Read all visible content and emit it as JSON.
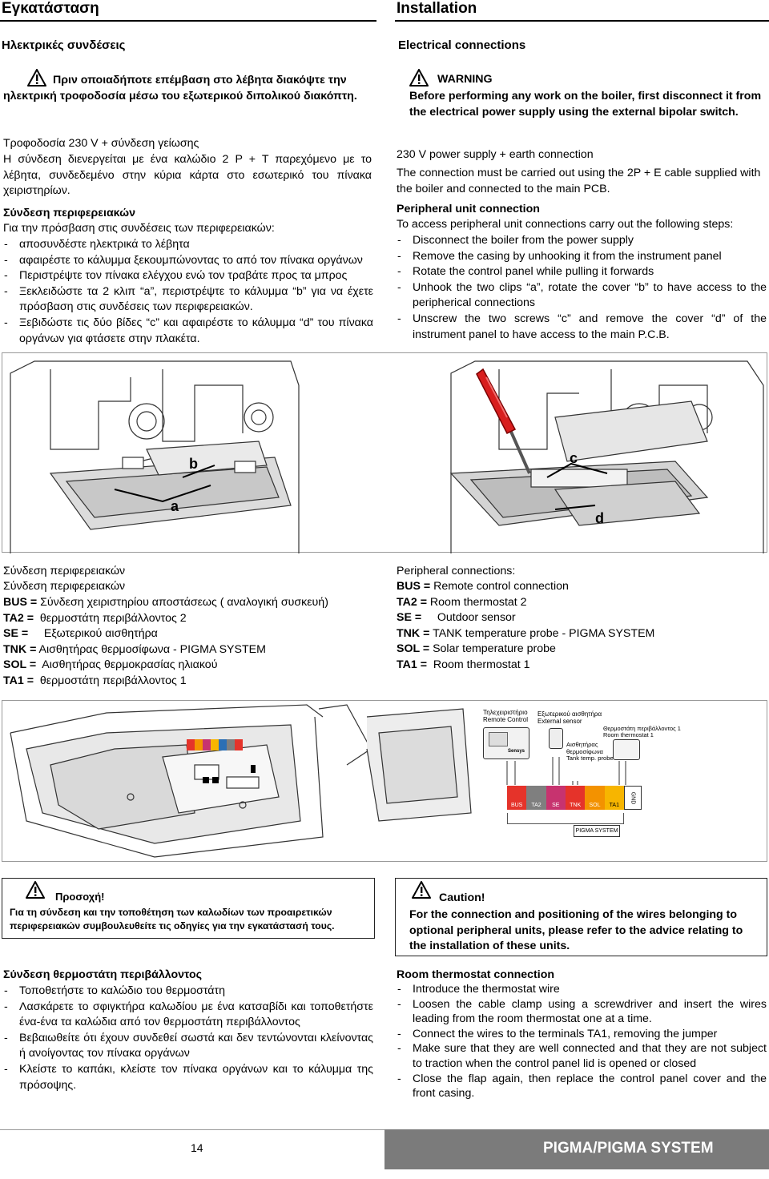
{
  "header": {
    "left_title": "Εγκατάσταση",
    "right_title": "Installation"
  },
  "left": {
    "elec_title": "Ηλεκτρικές συνδέσεις",
    "warning_text": "Πριν οποιαδήποτε επέμβαση στο λέβητα διακόψτε την ηλεκτρική τροφοδοσία μέσω του εξωτερικού διπολικού διακόπτη.",
    "supply_title": "Τροφοδοσία 230 V + σύνδεση γείωσης",
    "supply_text": "Η σύνδεση διενεργείται με ένα καλώδιο 2 P + T παρεχόμενο με το λέβητα, συνδεδεμένο στην κύρια κάρτα στο εσωτερικό του πίνακα χειριστηρίων.",
    "periph_title": "Σύνδεση περιφερειακών",
    "periph_intro": "Για την πρόσβαση στις συνδέσεις των περιφερειακών:",
    "periph_steps": [
      "αποσυνδέστε ηλεκτρικά το λέβητα",
      "αφαιρέστε το κάλυμμα ξεκουμπώνοντας το από τον πίνακα οργάνων",
      "Περιστρέψτε τον πίνακα ελέγχου ενώ τον τραβάτε προς τα μπρος",
      "Ξεκλειδώστε τα 2 κλιπ “a”, περιστρέψτε το κάλυμμα “b” για να έχετε πρόσβαση στις συνδέσεις των περιφερειακών.",
      "Ξεβιδώστε τις δύο βίδες “c” και αφαιρέστε το κάλυμμα “d” του πίνακα οργάνων για φτάσετε στην πλακέτα."
    ],
    "legend_title1": "Σύνδεση περιφερειακών",
    "legend_title2": "Σύνδεση περιφερειακών",
    "legend": [
      {
        "k": "BUS =",
        "v": " Σύνδεση χειριστηρίου αποστάσεως ( αναλογική συσκευή)"
      },
      {
        "k": "TA2 =",
        "v": "  θερμοστάτη περιβάλλοντος 2"
      },
      {
        "k": "SE =",
        "v": "     Εξωτερικού αισθητήρα"
      },
      {
        "k": "TNK =",
        "v": " Αισθητήρας θερμοσίφωνα - PIGMA SYSTEM"
      },
      {
        "k": "SOL =",
        "v": "  Αισθητήρας θερμοκρασίας ηλιακού"
      },
      {
        "k": "TA1 =",
        "v": "  θερμοστάτη περιβάλλοντος 1"
      }
    ],
    "caution_title": "Προσοχή!",
    "caution_text": "Για τη σύνδεση και την τοποθέτηση των καλωδίων των προαιρετικών περιφερειακών συμβουλευθείτε τις οδηγίες για την εγκατάστασή τους.",
    "room_title": "Σύνδεση θερμοστάτη περιβάλλοντος",
    "room_steps": [
      "Τοποθετήστε το καλώδιο του θερμοστάτη",
      "Λασκάρετε το σφιγκτήρα καλωδίου με ένα κατσαβίδι και τοποθετήστε ένα-ένα τα καλώδια από τον θερμοστάτη περιβάλλοντος",
      "Βεβαιωθείτε ότι έχουν συνδεθεί σωστά και δεν τεντώνονται κλείνοντας ή ανοίγοντας τον πίνακα οργάνων",
      "Κλείστε το καπάκι, κλείστε τον πίνακα οργάνων και το κάλυμμα της πρόσοψης."
    ]
  },
  "right": {
    "elec_title": "Electrical connections",
    "warning_label": "WARNING",
    "warning_text": "Before performing any work on the boiler, first disconnect it from the electrical power supply using the external bipolar switch.",
    "supply_title": "230 V power supply + earth connection",
    "supply_text": "The connection must be carried out using the 2P + E cable supplied with the boiler and connected to the main PCB.",
    "periph_title": "Peripheral unit connection",
    "periph_intro": "To access peripheral unit connections carry out the following steps:",
    "periph_steps": [
      "Disconnect the boiler from the power supply",
      "Remove the casing by unhooking it from the instrument panel",
      "Rotate the control panel while pulling it forwards",
      "Unhook the two clips “a”, rotate the cover “b” to have access to the peripherical connections",
      "Unscrew the two screws “c” and remove the cover “d” of the instrument panel to have access to the main P.C.B."
    ],
    "legend_title": "Peripheral connections:",
    "legend": [
      {
        "k": "BUS =",
        "v": " Remote control connection"
      },
      {
        "k": "TA2 =",
        "v": " Room thermostat 2"
      },
      {
        "k": "SE =",
        "v": "     Outdoor sensor"
      },
      {
        "k": "TNK =",
        "v": " TANK temperature probe - PIGMA SYSTEM"
      },
      {
        "k": "SOL =",
        "v": " Solar temperature probe"
      },
      {
        "k": "TA1 =",
        "v": "  Room thermostat 1"
      }
    ],
    "caution_title": "Caution!",
    "caution_text": "For the connection and positioning of the wires belonging to optional peripheral units, please refer to the advice relating to the installation of these units.",
    "room_title": "Room thermostat connection",
    "room_steps": [
      "Introduce the thermostat wire",
      "Loosen the cable clamp using a screwdriver and insert the wires leading from the room thermostat one at a time.",
      "Connect the wires to the terminals TA1, removing the jumper",
      "Make sure that they are well connected and that they are not subject to traction when the control panel lid is opened or closed",
      "Close the flap again, then replace the control panel cover and the front casing."
    ]
  },
  "figure1": {
    "label_a": "a",
    "label_b": "b",
    "label_c": "c",
    "label_d": "d"
  },
  "figure2": {
    "remote_label_gr": "Τηλεχειριστήριο",
    "remote_label_en": "Remote Control",
    "remote_brand": "Sensys",
    "ext_label_gr": "Εξωτερικού αισθητήρα",
    "ext_label_en": "External sensor",
    "ta1_label_gr": "Θερμοστάτη περιβάλλοντος 1",
    "ta1_label_en": "Room thermostat 1",
    "tank_label_gr1": "Αισθητήρας",
    "tank_label_gr2": "θερμοσίφωνα",
    "tank_label_en": "Tank temp. probe",
    "terminals": [
      "BUS",
      "TA2",
      "SE",
      "TNK",
      "SOL",
      "TA1"
    ],
    "terminal_colors": [
      "#e5332a",
      "#7f7f7f",
      "#c7336f",
      "#e5332a",
      "#f39200",
      "#f7b500"
    ],
    "gnd_label": "GND",
    "pigma_label": "PIGMA SYSTEM"
  },
  "footer": {
    "page": "14",
    "product": "PIGMA/PIGMA SYSTEM"
  }
}
